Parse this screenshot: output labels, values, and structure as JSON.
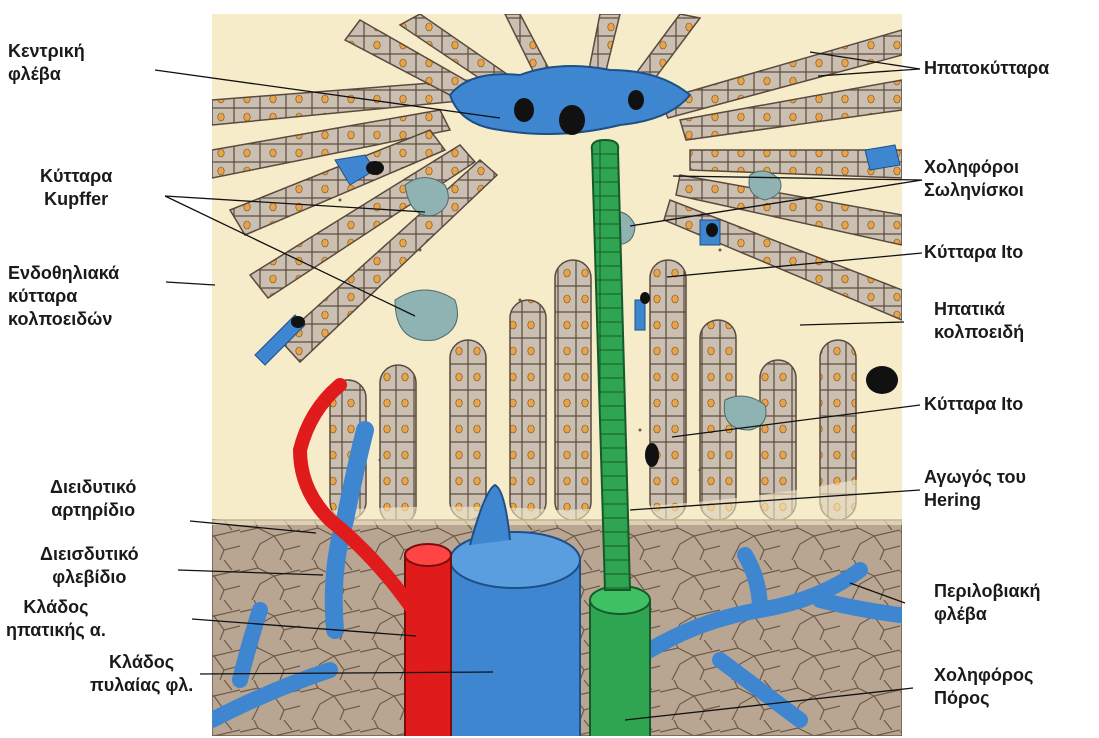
{
  "colors": {
    "background": "#ffffff",
    "hepatocyte_fill": "#cbbfb1",
    "hepatocyte_outline": "#5a4a3e",
    "nucleus": "#e8a44a",
    "sinusoid_space": "#f7ecc9",
    "vein_blue": "#3f86d1",
    "artery_red": "#e01b1b",
    "bile_duct_green": "#2fa451",
    "kupffer_cell": "#8fb2b2",
    "connective_tissue": "#b8a592",
    "leader_line": "#111111"
  },
  "labels": {
    "central_vein": {
      "line1": "Κεντρική",
      "line2": "φλέβα"
    },
    "hepatocytes": {
      "line1": "Ηπατοκύτταρα"
    },
    "kupffer_cells": {
      "line1": "Κύτταρα",
      "line2": "Kupffer"
    },
    "bile_canaliculi": {
      "line1": "Χοληφόροι",
      "line2": "Σωληνίσκοι"
    },
    "ito_cells_upper": {
      "line1": "Κύτταρα Ito"
    },
    "endothelial_cells": {
      "line1": "Ενδοθηλιακά",
      "line2": "κύτταρα",
      "line3": "κολποειδών"
    },
    "hepatic_sinusoids": {
      "line1": "Ηπατικά",
      "line2": "κολποειδή"
    },
    "ito_cells_lower": {
      "line1": "Κύτταρα Ito"
    },
    "penetrating_arteriole": {
      "line1": "Διειδυτικό",
      "line2": "αρτηρίδιο"
    },
    "canal_of_hering": {
      "line1": "Αγωγός του",
      "line2": "Hering"
    },
    "penetrating_venule": {
      "line1": "Διεισδυτικό",
      "line2": "φλεβίδιο"
    },
    "interlobular_vein": {
      "line1": "Περιλοβιακή",
      "line2": "φλέβα"
    },
    "hepatic_artery_branch": {
      "line1": "Κλάδος",
      "line2": "ηπατικής α."
    },
    "portal_vein_branch": {
      "line1": "Κλάδος",
      "line2": "πυλαίας φλ."
    },
    "bile_duct": {
      "line1": "Χοληφόρος",
      "line2": "Πόρος"
    }
  }
}
